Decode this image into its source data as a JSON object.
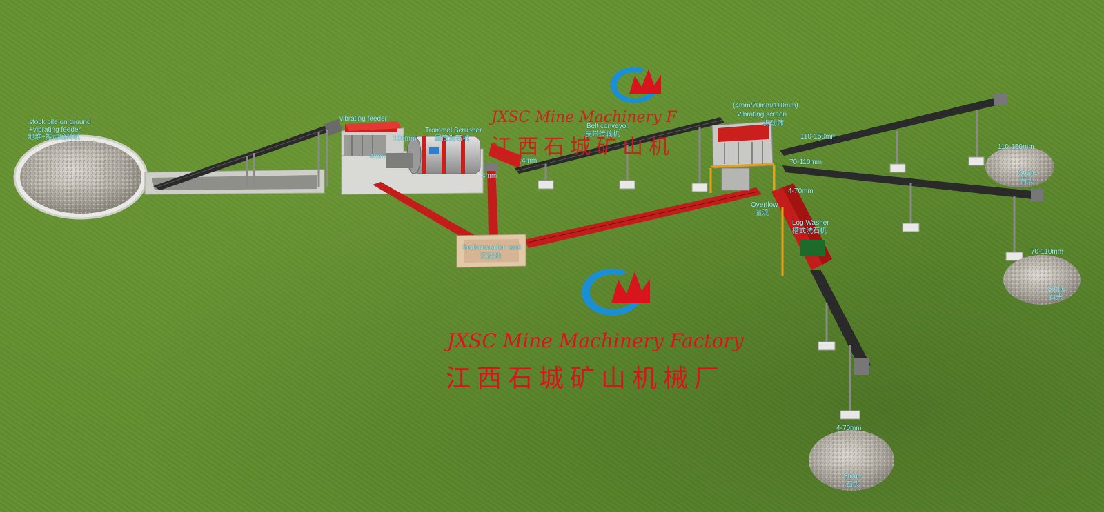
{
  "brand": {
    "name_en": "JXSC Mine Machinery Factory",
    "name_cn": "江西石城矿山机械厂",
    "watermark_top_en": "JXSC Mine Machinery F",
    "watermark_top_cn": "江西石城矿山机",
    "color": "#d8141c",
    "logo_blue": "#1a8fd6"
  },
  "labels": {
    "stockpile_en": "stock pile on ground",
    "stockpile_en2": "+vibrating feeder",
    "stockpile_cn": "地堆+振动给料机",
    "vib_feeder": "vibrating feeder",
    "trommel_en": "Trommel Scrubber",
    "trommel_cn": "圆筒洗石机",
    "size_100": "100mm",
    "size_4mm_a": "4mm",
    "size_4mm_b": "4mm",
    "size_4mm_c": "4mm",
    "size_4_70": "4-70mm",
    "size_70_110": "70-110mm",
    "size_110_150": "110-150mm",
    "belt_en": "Belt conveyor",
    "belt_cn": "皮带传输机",
    "screen_sizes": "(4mm/70mm/110mm)",
    "screen_en": "Vibrating screen",
    "screen_cn": "振动筛",
    "overflow_en": "Overflow",
    "overflow_cn": "溢流",
    "logwasher_en": "Log Washer",
    "logwasher_cn": "槽式洗石机",
    "tank_en": "Sedimentation tank",
    "tank_cn": "沉淀池",
    "pile1_size": "110-150mm",
    "pile1_en": "Stone",
    "pile1_cn": "石头",
    "pile2_size": "70-110mm",
    "pile2_en": "Stone",
    "pile2_cn": "石头",
    "pile3_size": "4-70mm",
    "pile3_en": "Stone",
    "pile3_cn": "石头"
  }
}
